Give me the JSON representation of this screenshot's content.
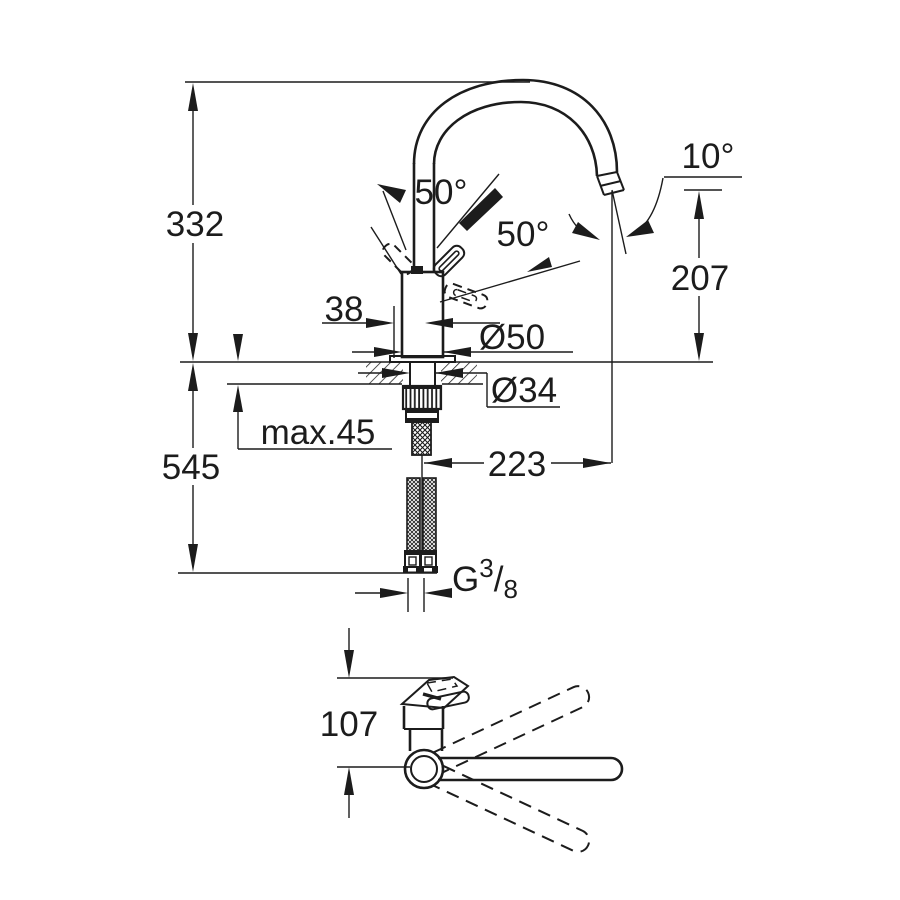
{
  "drawing": {
    "type": "technical-dimension-drawing",
    "subject": "single-lever kitchen sink faucet with high C-spout, front view and top view",
    "line_color": "#1c1c1c",
    "bg_color": "#ffffff",
    "views": [
      "front-elevation-with-mounting-section",
      "top-plan-with-swivel-range"
    ],
    "labels": {
      "height_above_deck": "332",
      "length_below_deck": "545",
      "lever_offset": "38",
      "base_diameter": "Ø50",
      "shank_diameter": "Ø34",
      "max_deck_thickness": "max.45",
      "spout_reach": "223",
      "outlet_height": "207",
      "outlet_angle": "10°",
      "lever_swing_upper": "50°",
      "lever_swing_lower": "50°",
      "top_view_offset": "107",
      "thread": {
        "prefix": "G",
        "numerator": "3",
        "slash": "/",
        "denominator": "8"
      }
    }
  }
}
